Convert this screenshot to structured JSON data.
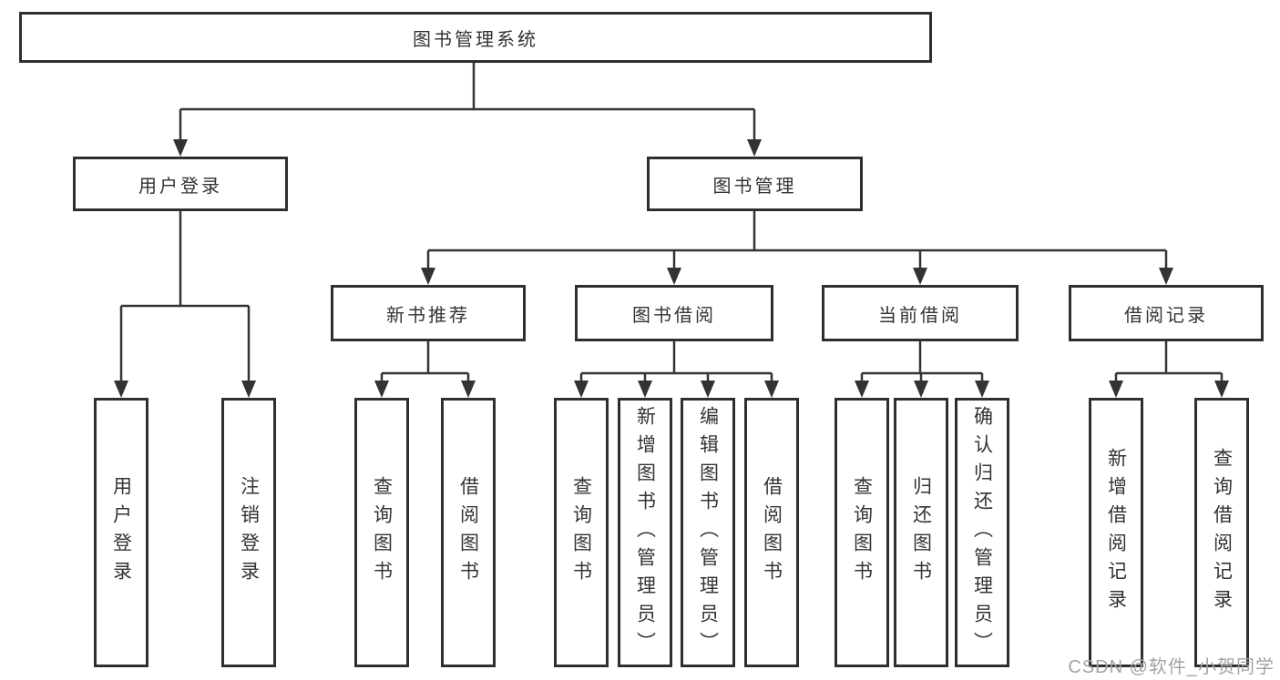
{
  "tree": {
    "label": "图书管理系统",
    "children": [
      {
        "label": "用户登录",
        "children": [
          {
            "label": "用户登录"
          },
          {
            "label": "注销登录"
          }
        ]
      },
      {
        "label": "图书管理",
        "children": [
          {
            "label": "新书推荐",
            "children": [
              {
                "label": "查询图书"
              },
              {
                "label": "借阅图书"
              }
            ]
          },
          {
            "label": "图书借阅",
            "children": [
              {
                "label": "查询图书"
              },
              {
                "label": "新增图书（管理员）"
              },
              {
                "label": "编辑图书（管理员）"
              },
              {
                "label": "借阅图书"
              }
            ]
          },
          {
            "label": "当前借阅",
            "children": [
              {
                "label": "查询图书"
              },
              {
                "label": "归还图书"
              },
              {
                "label": "确认归还（管理员）"
              }
            ]
          },
          {
            "label": "借阅记录",
            "children": [
              {
                "label": "新增借阅记录"
              },
              {
                "label": "查询借阅记录"
              }
            ]
          }
        ]
      }
    ]
  },
  "watermark": "CSDN @软件_小贺同学",
  "colors": {
    "line": "#333333",
    "box_border": "#2f2f2f",
    "text": "#333333",
    "watermark": "#a3a3a3",
    "background": "#ffffff"
  }
}
